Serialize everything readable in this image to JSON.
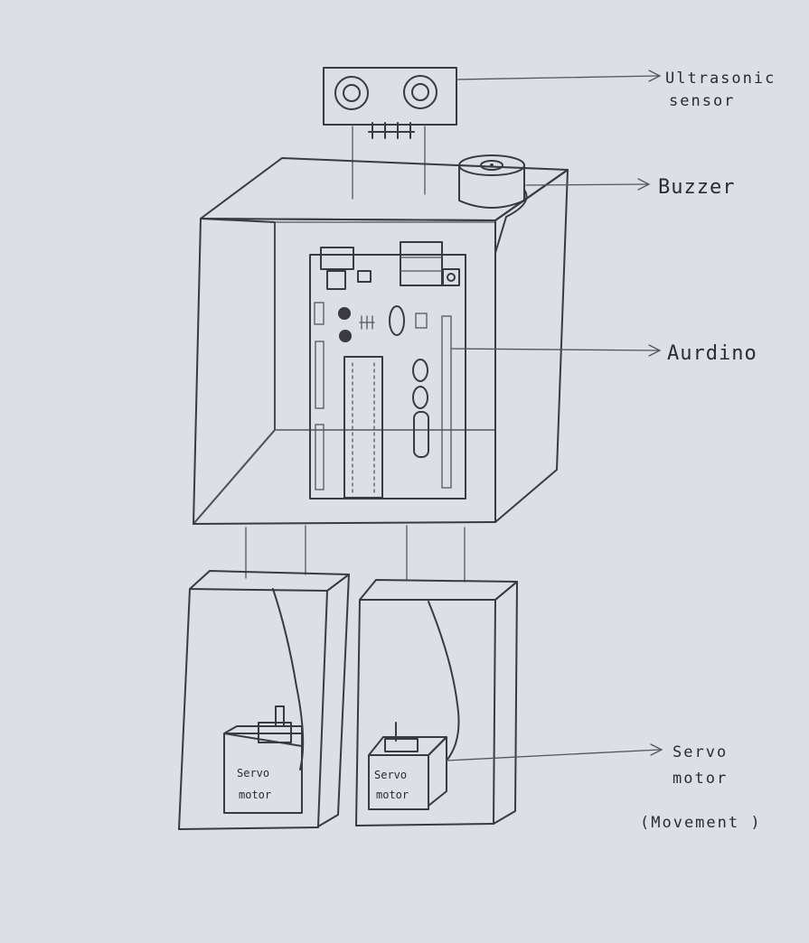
{
  "labels": {
    "ultrasonic_line1": "Ultrasonic",
    "ultrasonic_line2": "sensor",
    "buzzer": "Buzzer",
    "arduino": "Aurdino",
    "servo_line1": "Servo",
    "servo_line2": "motor",
    "servo_note": "(Movement )"
  },
  "servo_left": {
    "line1": "Servo",
    "line2": "motor"
  },
  "servo_right": {
    "line1": "Servo",
    "line2": "motor"
  },
  "colors": {
    "paper": "#dcdfe6",
    "pencil": "#3a3a40",
    "shade_dark": "#6c6e75",
    "shade_mid": "#8e9097",
    "shade_light": "#b3b5bc"
  }
}
